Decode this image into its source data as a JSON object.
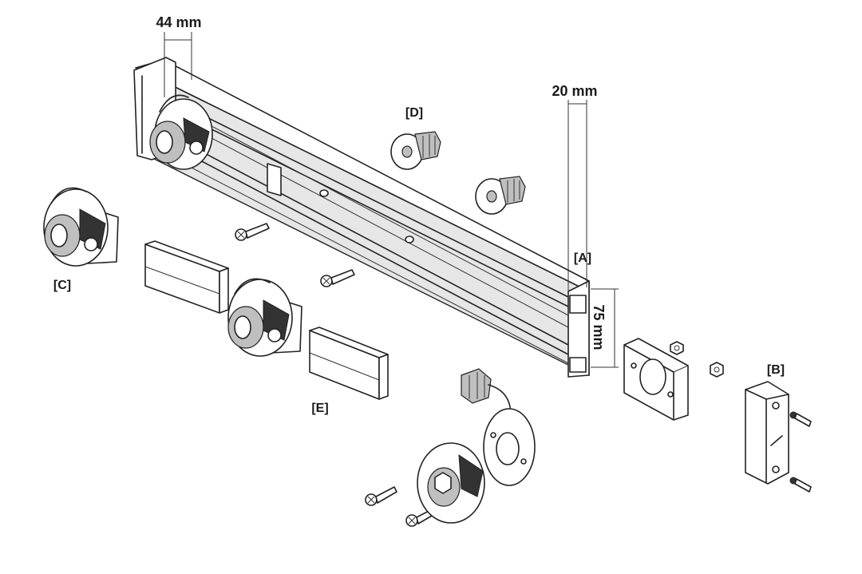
{
  "dimensions": {
    "width_44": "44 mm",
    "width_20": "20 mm",
    "height_75": "75 mm"
  },
  "parts": {
    "a": "[A]",
    "b": "[B]",
    "c": "[C]",
    "d": "[D]",
    "e": "[E]"
  }
}
